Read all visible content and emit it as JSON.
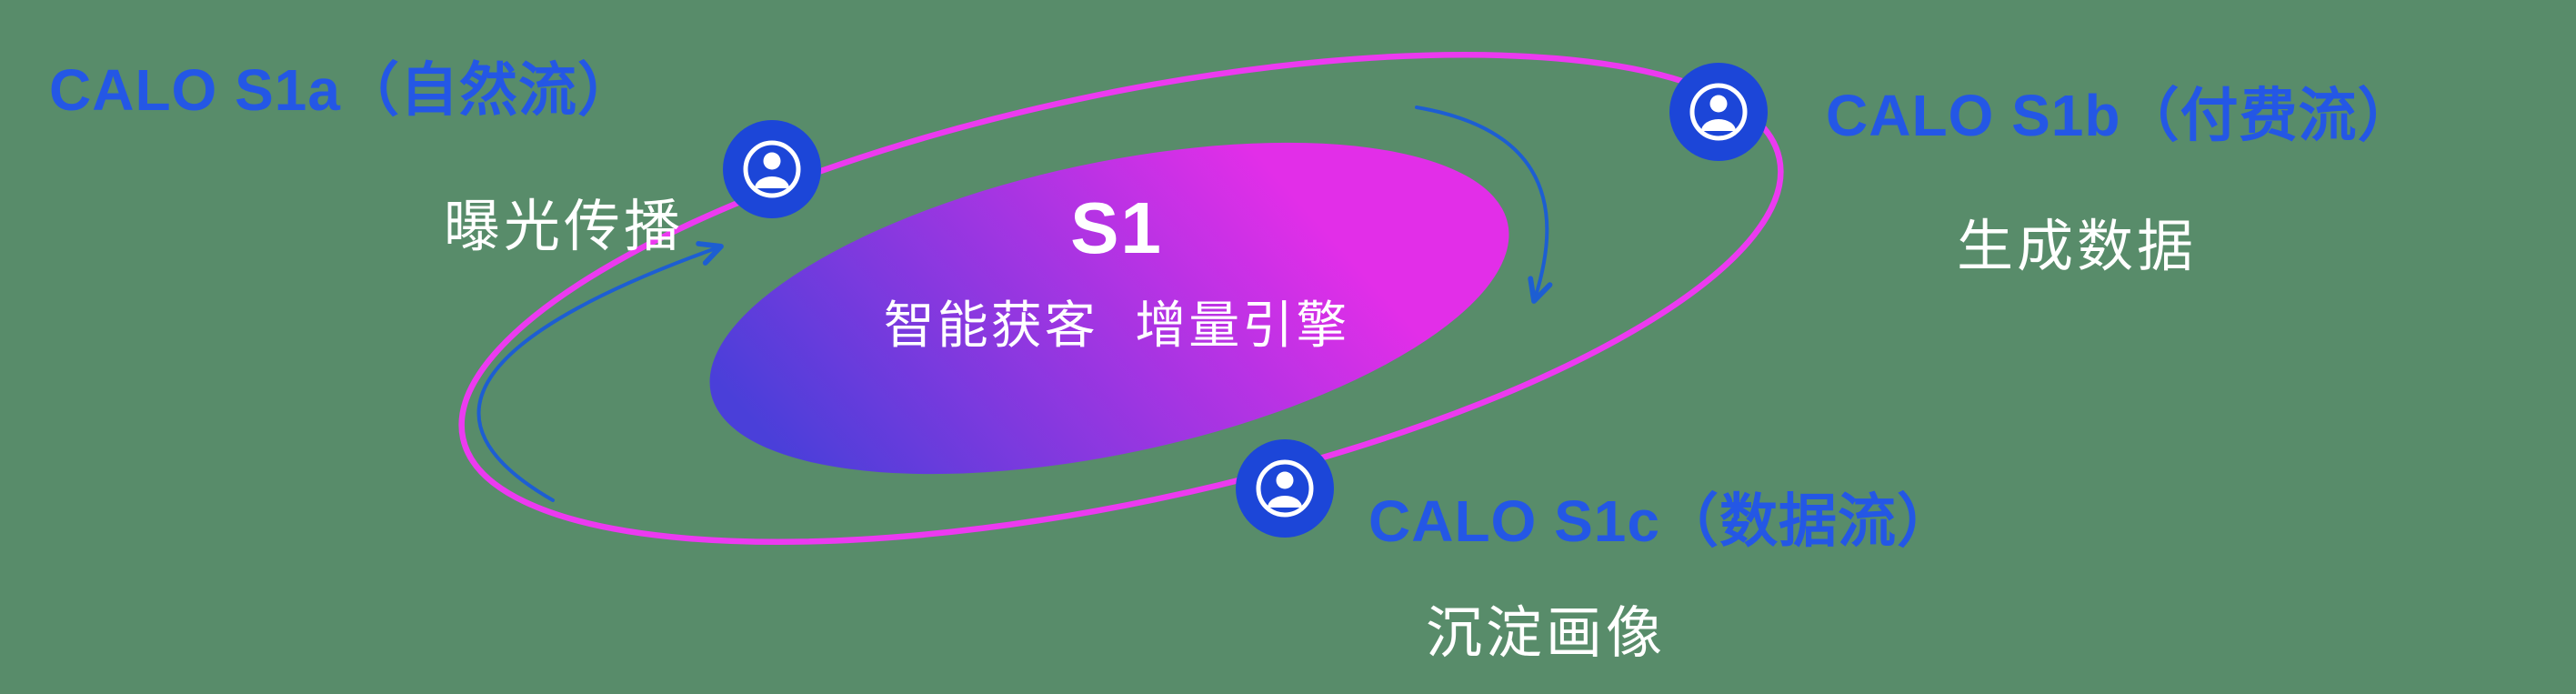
{
  "colors": {
    "background": "#588c6a",
    "label_blue": "#2457e5",
    "node_blue": "#1c46d8",
    "orbit_pink": "#ec3af0",
    "gradient_start": "#4a3fd9",
    "gradient_end": "#e22ee8",
    "arrow_blue": "#1d5ed2",
    "text_white": "#ffffff"
  },
  "center": {
    "title": "S1",
    "subtitle": "智能获客  增量引擎"
  },
  "nodes": [
    {
      "id": "s1a",
      "label": "CALO S1a（自然流）",
      "sublabel": "曝光传播",
      "icon": "user-icon"
    },
    {
      "id": "s1b",
      "label": "CALO S1b（付费流）",
      "sublabel": "生成数据",
      "icon": "user-icon"
    },
    {
      "id": "s1c",
      "label": "CALO S1c（数据流）",
      "sublabel": "沉淀画像",
      "icon": "user-icon"
    }
  ]
}
